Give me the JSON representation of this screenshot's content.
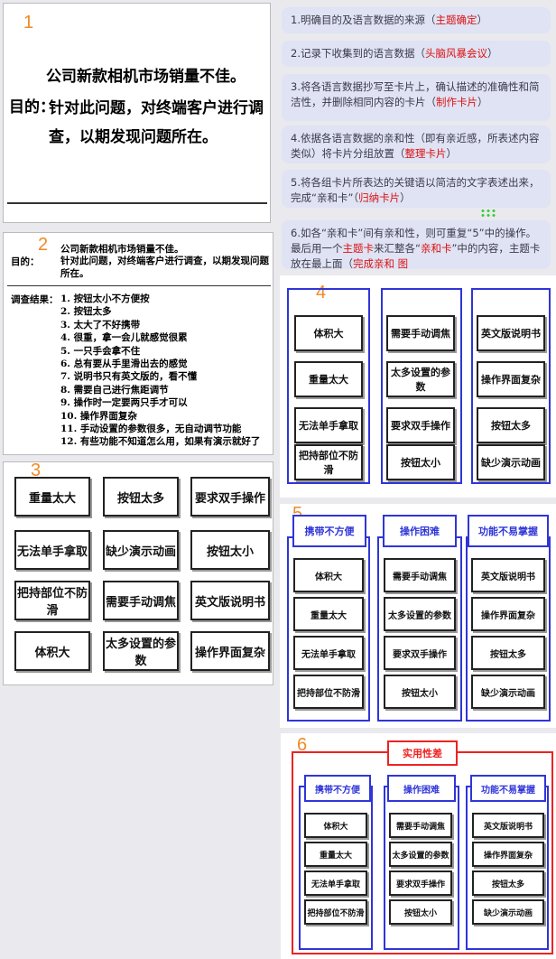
{
  "panel1": {
    "number": "1",
    "line1": "公司新款相机市场销量不佳。",
    "purpose_label": "目的：",
    "purpose_text": "针对此问题，对终端客户进行调查，以期发现问题所在。"
  },
  "steps": [
    {
      "pre": "1.明确目的及语言数据的来源（",
      "hl": "主题确定",
      "post": "）"
    },
    {
      "pre": "2.记录下收集到的语言数据（",
      "hl": "头脑风暴会议",
      "post": "）"
    },
    {
      "pre": "3.将各语言数据抄写至卡片上，确认描述的准确性和简洁性，并删除相同内容的卡片（",
      "hl": "制作卡片",
      "post": "）"
    },
    {
      "pre": "4.依据各语言数据的亲和性（即有亲近感，所表述内容类似）将卡片分组放置（",
      "hl": "整理卡片",
      "post": "）"
    },
    {
      "pre": "5.将各组卡片所表达的关键语以简洁的文字表述出来，完成“亲和卡”（",
      "hl": "归纳卡片",
      "post": "）"
    },
    {
      "pre": "6.如各“亲和卡”间有亲和性，则可重复“5”中的操作。最后用一个",
      "hl": "主题卡",
      "mid": "来汇整各“",
      "hl2": "亲和卡",
      "post": "”中的内容，主题卡放在最上面（",
      "hl3": "完成亲和 图"
    }
  ],
  "panel2": {
    "number": "2",
    "line1": "公司新款相机市场销量不佳。",
    "purpose_label": "目的：",
    "purpose_text": "针对此问题，对终端客户进行调查，以期发现问题所在。",
    "results_label": "调查结果：",
    "results": [
      "1. 按钮太小不方便按",
      "2. 按钮太多",
      "3. 太大了不好携带",
      "4. 很重，拿一会儿就感觉很累",
      "5. 一只手会拿不住",
      "6. 总有要从手里滑出去的感觉",
      "7. 说明书只有英文版的，看不懂",
      "8. 需要自己进行焦距调节",
      "9. 操作时一定要两只手才可以",
      "10. 操作界面复杂",
      "11. 手动设置的参数很多，无自动调节功能",
      "12. 有些功能不知道怎么用，如果有演示就好了"
    ]
  },
  "panel3": {
    "number": "3",
    "cards": [
      "重量太大",
      "按钮太多",
      "要求双手操作",
      "无法单手拿取",
      "缺少演示动画",
      "按钮太小",
      "把持部位不防滑",
      "需要手动调焦",
      "英文版说明书",
      "体积大",
      "太多设置的参数",
      "操作界面复杂"
    ]
  },
  "groups": {
    "col1": [
      "体积大",
      "重量太大",
      "无法单手拿取",
      "把持部位不防滑"
    ],
    "col2": [
      "需要手动调焦",
      "太多设置的参数",
      "要求双手操作",
      "按钮太小"
    ],
    "col3": [
      "英文版说明书",
      "操作界面复杂",
      "按钮太多",
      "缺少演示动画"
    ]
  },
  "panel4": {
    "number": "4"
  },
  "panel5": {
    "number": "5",
    "titles": [
      "携带不方便",
      "操作困难",
      "功能不易掌握"
    ],
    "col1": [
      "体积大",
      "重量太大",
      "无法单手拿取",
      "把持部位不防滑"
    ]
  },
  "panel6": {
    "number": "6",
    "theme": "实用性差",
    "titles": [
      "携带不方便",
      "操作困难",
      "功能不易掌握"
    ]
  },
  "colors": {
    "accent_red": "#dd1111",
    "group_blue": "#2f35d8",
    "number_orange": "#f08a24"
  }
}
